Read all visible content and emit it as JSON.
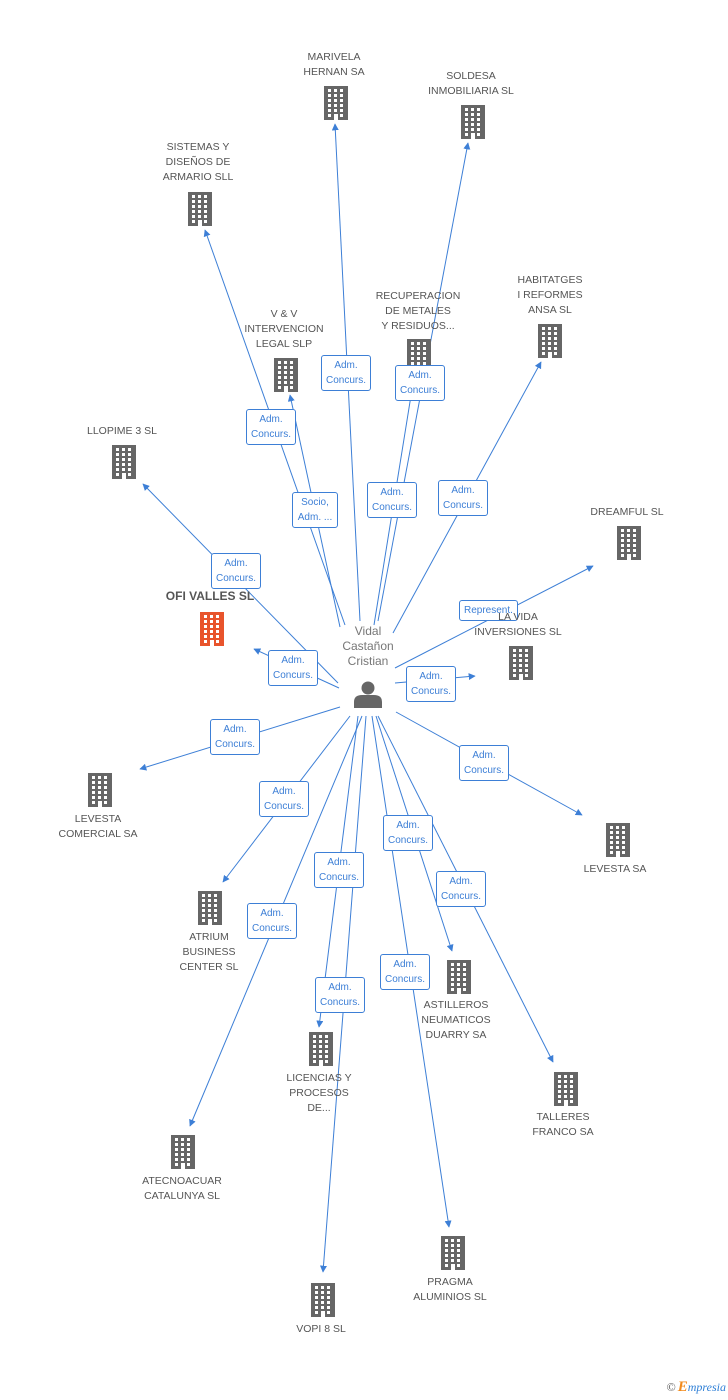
{
  "center": {
    "label": "Vidal\nCastañon\nCristian",
    "icon": "person-icon"
  },
  "colors": {
    "edge": "#3d7fd6",
    "building": "#666666",
    "main_building": "#e8542c"
  },
  "nodes": [
    {
      "id": "marivela",
      "label": "MARIVELA\nHERNAN SA",
      "main": false
    },
    {
      "id": "soldesa",
      "label": "SOLDESA\nINMOBILIARIA SL",
      "main": false
    },
    {
      "id": "sistemas",
      "label": "SISTEMAS Y\nDISEÑOS DE\nARMARIO SLL",
      "main": false
    },
    {
      "id": "recuperacion",
      "label": "RECUPERACION\nDE METALES\nY RESIDUOS...",
      "main": false
    },
    {
      "id": "habitatges",
      "label": "HABITATGES\nI REFORMES\nANSA SL",
      "main": false
    },
    {
      "id": "vv",
      "label": "V & V\nINTERVENCION\nLEGAL SLP",
      "main": false
    },
    {
      "id": "llopime",
      "label": "LLOPIME 3 SL",
      "main": false
    },
    {
      "id": "dreamful",
      "label": "DREAMFUL  SL",
      "main": false
    },
    {
      "id": "ofi",
      "label": "OFI VALLES SL",
      "main": true
    },
    {
      "id": "lavida",
      "label": "LA VIDA\nINVERSIONES SL",
      "main": false
    },
    {
      "id": "levcom",
      "label": "LEVESTA\nCOMERCIAL SA",
      "main": false
    },
    {
      "id": "levesta",
      "label": "LEVESTA SA",
      "main": false
    },
    {
      "id": "atrium",
      "label": "ATRIUM\nBUSINESS\nCENTER SL",
      "main": false
    },
    {
      "id": "astilleros",
      "label": "ASTILLEROS\nNEUMATICOS\nDUARRY SA",
      "main": false
    },
    {
      "id": "licencias",
      "label": "LICENCIAS Y\nPROCESOS\nDE...",
      "main": false
    },
    {
      "id": "talleres",
      "label": "TALLERES\nFRANCO SA",
      "main": false
    },
    {
      "id": "atecno",
      "label": "ATECNOACUAR\nCATALUNYA SL",
      "main": false
    },
    {
      "id": "pragma",
      "label": "PRAGMA\nALUMINIOS SL",
      "main": false
    },
    {
      "id": "vopi",
      "label": "VOPI 8 SL",
      "main": false
    }
  ],
  "edges": [
    {
      "target": "marivela",
      "label": "Adm.\nConcurs."
    },
    {
      "target": "soldesa",
      "label": "Adm.\nConcurs."
    },
    {
      "target": "sistemas",
      "label": "Adm.\nConcurs."
    },
    {
      "target": "recuperacion",
      "label": "Adm.\nConcurs."
    },
    {
      "target": "habitatges",
      "label": "Adm.\nConcurs."
    },
    {
      "target": "vv",
      "label": "Socio,\nAdm. ..."
    },
    {
      "target": "llopime",
      "label": "Adm.\nConcurs."
    },
    {
      "target": "dreamful",
      "label": "Represent."
    },
    {
      "target": "ofi",
      "label": "Adm.\nConcurs."
    },
    {
      "target": "lavida",
      "label": "Adm.\nConcurs."
    },
    {
      "target": "levcom",
      "label": "Adm.\nConcurs."
    },
    {
      "target": "levesta",
      "label": "Adm.\nConcurs."
    },
    {
      "target": "atrium",
      "label": "Adm.\nConcurs."
    },
    {
      "target": "astilleros",
      "label": "Adm.\nConcurs."
    },
    {
      "target": "licencias",
      "label": "Adm.\nConcurs."
    },
    {
      "target": "talleres",
      "label": "Adm.\nConcurs."
    },
    {
      "target": "atecno",
      "label": "Adm.\nConcurs."
    },
    {
      "target": "pragma",
      "label": "Adm.\nConcurs."
    },
    {
      "target": "vopi",
      "label": "Adm.\nConcurs."
    }
  ],
  "footer": {
    "copyright": "©",
    "brand_initial": "E",
    "brand_rest": "mpresia"
  }
}
